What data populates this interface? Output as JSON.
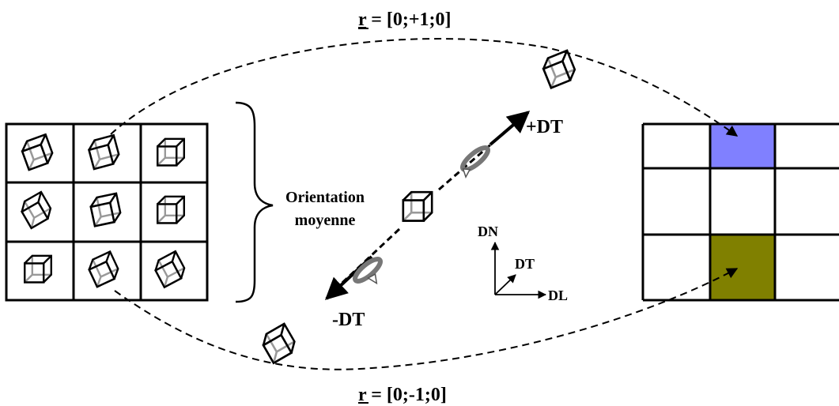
{
  "labels": {
    "top_vector_r": "r",
    "top_vector_value": " = [0;+1;0]",
    "bottom_vector_r": "r",
    "bottom_vector_value": " = [0;-1;0]",
    "orientation_line1": "Orientation",
    "orientation_line2": "moyenne",
    "plus_dt": "+DT",
    "minus_dt": "-DT",
    "axis_dn": "DN",
    "axis_dt": "DT",
    "axis_dl": "DL"
  },
  "colors": {
    "top_cell": "#8080ff",
    "bottom_cell": "#808000",
    "line": "#000000"
  },
  "icons": {
    "cube": "wireframe-cube-icon",
    "rotation": "rotation-arrow-icon"
  }
}
